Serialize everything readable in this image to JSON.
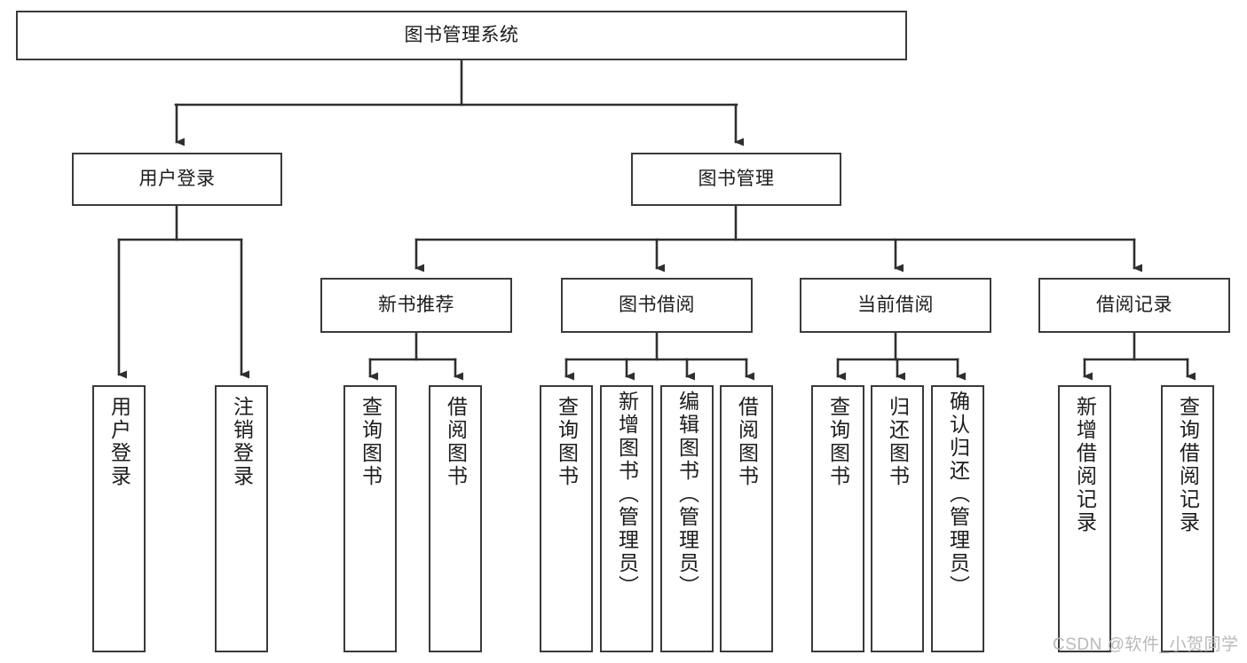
{
  "diagram": {
    "title": "图书管理系统",
    "type": "functional-structure-tree",
    "root": {
      "label": "图书管理系统",
      "children": [
        {
          "label": "用户登录",
          "children": [
            {
              "label": "用户登录"
            },
            {
              "label": "注销登录"
            }
          ]
        },
        {
          "label": "图书管理",
          "children": [
            {
              "label": "新书推荐",
              "children": [
                {
                  "label": "查询图书"
                },
                {
                  "label": "借阅图书"
                }
              ]
            },
            {
              "label": "图书借阅",
              "children": [
                {
                  "label": "查询图书"
                },
                {
                  "label": "新增图书（管理员）"
                },
                {
                  "label": "编辑图书（管理员）"
                },
                {
                  "label": "借阅图书"
                }
              ]
            },
            {
              "label": "当前借阅",
              "children": [
                {
                  "label": "查询图书"
                },
                {
                  "label": "归还图书"
                },
                {
                  "label": "确认归还（管理员）"
                }
              ]
            },
            {
              "label": "借阅记录",
              "children": [
                {
                  "label": "新增借阅记录"
                },
                {
                  "label": "查询借阅记录"
                }
              ]
            }
          ]
        }
      ]
    }
  },
  "nodes": {
    "root": "图书管理系统",
    "user_login": "用户登录",
    "book_mgmt": "图书管理",
    "new_book_rec": "新书推荐",
    "book_borrow": "图书借阅",
    "current_borrow": "当前借阅",
    "borrow_record": "借阅记录",
    "leaf_user_login": "用户登录",
    "leaf_logout": "注销登录",
    "leaf_query_book_1": "查询图书",
    "leaf_borrow_book_1": "借阅图书",
    "leaf_query_book_2": "查询图书",
    "leaf_add_book_admin": "新增图书（管理员）",
    "leaf_edit_book_admin": "编辑图书（管理员）",
    "leaf_borrow_book_2": "借阅图书",
    "leaf_query_book_3": "查询图书",
    "leaf_return_book": "归还图书",
    "leaf_confirm_return_admin": "确认归还（管理员）",
    "leaf_add_record": "新增借阅记录",
    "leaf_query_record": "查询借阅记录"
  },
  "watermark": {
    "text": "CSDN @软件_小贺同学"
  },
  "colors": {
    "stroke": "#3a3a3a",
    "text": "#1c1c1c",
    "background": "#ffffff",
    "watermark": "#b9b9b9"
  }
}
